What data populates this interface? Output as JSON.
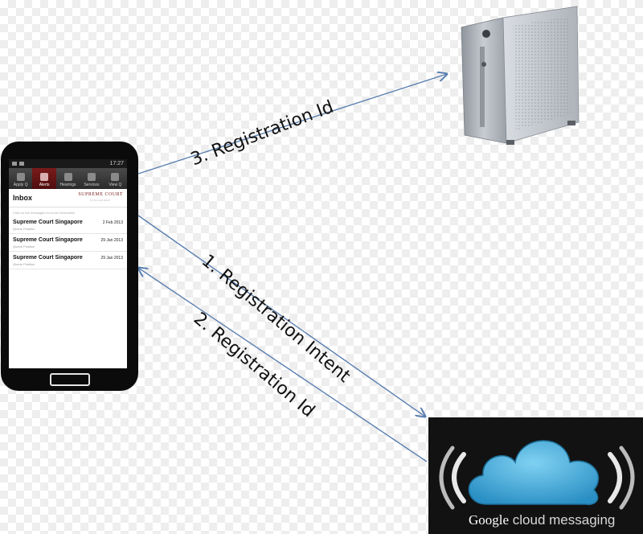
{
  "diagram": {
    "arrows": [
      {
        "id": "registration-id-to-server",
        "label": "3. Registration Id",
        "from": "phone",
        "to": "server"
      },
      {
        "id": "registration-intent",
        "label": "1. Registration Intent",
        "from": "phone",
        "to": "gcm"
      },
      {
        "id": "registration-id-to-phone",
        "label": "2. Registration Id",
        "from": "gcm",
        "to": "phone"
      }
    ],
    "colors": {
      "arrow": "#5b7fb0",
      "cloud": "#3aa6d6",
      "gcm_background": "#121212"
    }
  },
  "phone": {
    "status_time": "17:27",
    "tabs": [
      "Apply Q",
      "Alerts",
      "Hearings",
      "Services",
      "View Q"
    ],
    "active_tab": "Alerts",
    "inbox_title": "Inbox",
    "logo_text": "SUPREME COURT",
    "logo_subtext": "SINGAPORE",
    "hint": "Click on the messages for more information",
    "messages": [
      {
        "sender": "Supreme Court Singapore",
        "date": "2 Feb 2013",
        "subject": "Queue Position"
      },
      {
        "sender": "Supreme Court Singapore",
        "date": "29 Jan 2013",
        "subject": "Queue Position"
      },
      {
        "sender": "Supreme Court Singapore",
        "date": "29 Jan 2013",
        "subject": "Queue Position"
      }
    ]
  },
  "gcm": {
    "brand": "Google",
    "product": "cloud messaging"
  },
  "server": {
    "icon": "server-tower-icon"
  }
}
